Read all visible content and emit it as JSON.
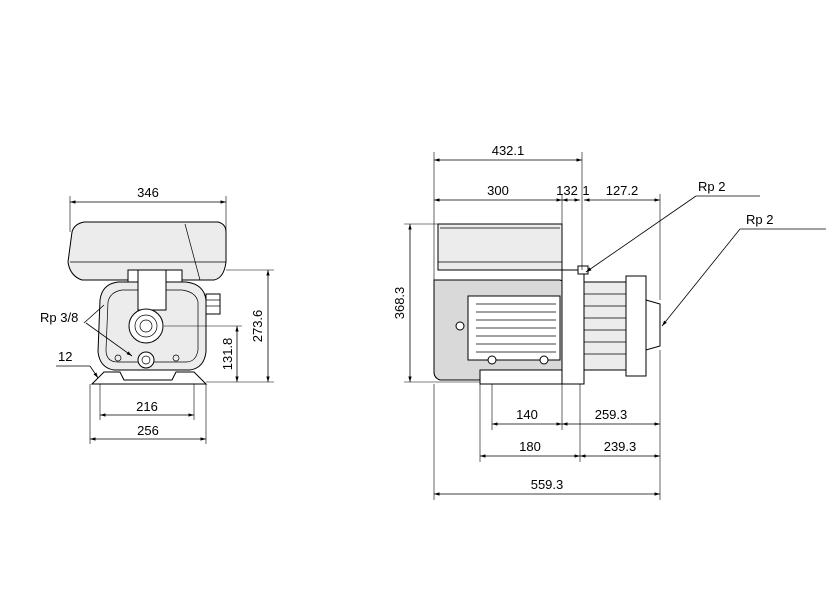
{
  "front_view": {
    "width_top": "346",
    "height_total": "273.6",
    "shaft_height": "131.8",
    "suction_label": "Rp 3/8",
    "foot_thickness": "12",
    "foot_holes": "216",
    "foot_width": "256"
  },
  "side_view": {
    "length_top": "432.1",
    "motor_len": "300",
    "coupling_a": "132",
    "coupling_b": "1",
    "pump_len": "127.2",
    "inlet_label": "Rp 2",
    "outlet_label": "Rp 2",
    "height": "368.3",
    "foot_holes": "140",
    "pump_to_end": "259.3",
    "foot_span": "180",
    "foot_to_end": "239.3",
    "total_length": "559.3"
  }
}
